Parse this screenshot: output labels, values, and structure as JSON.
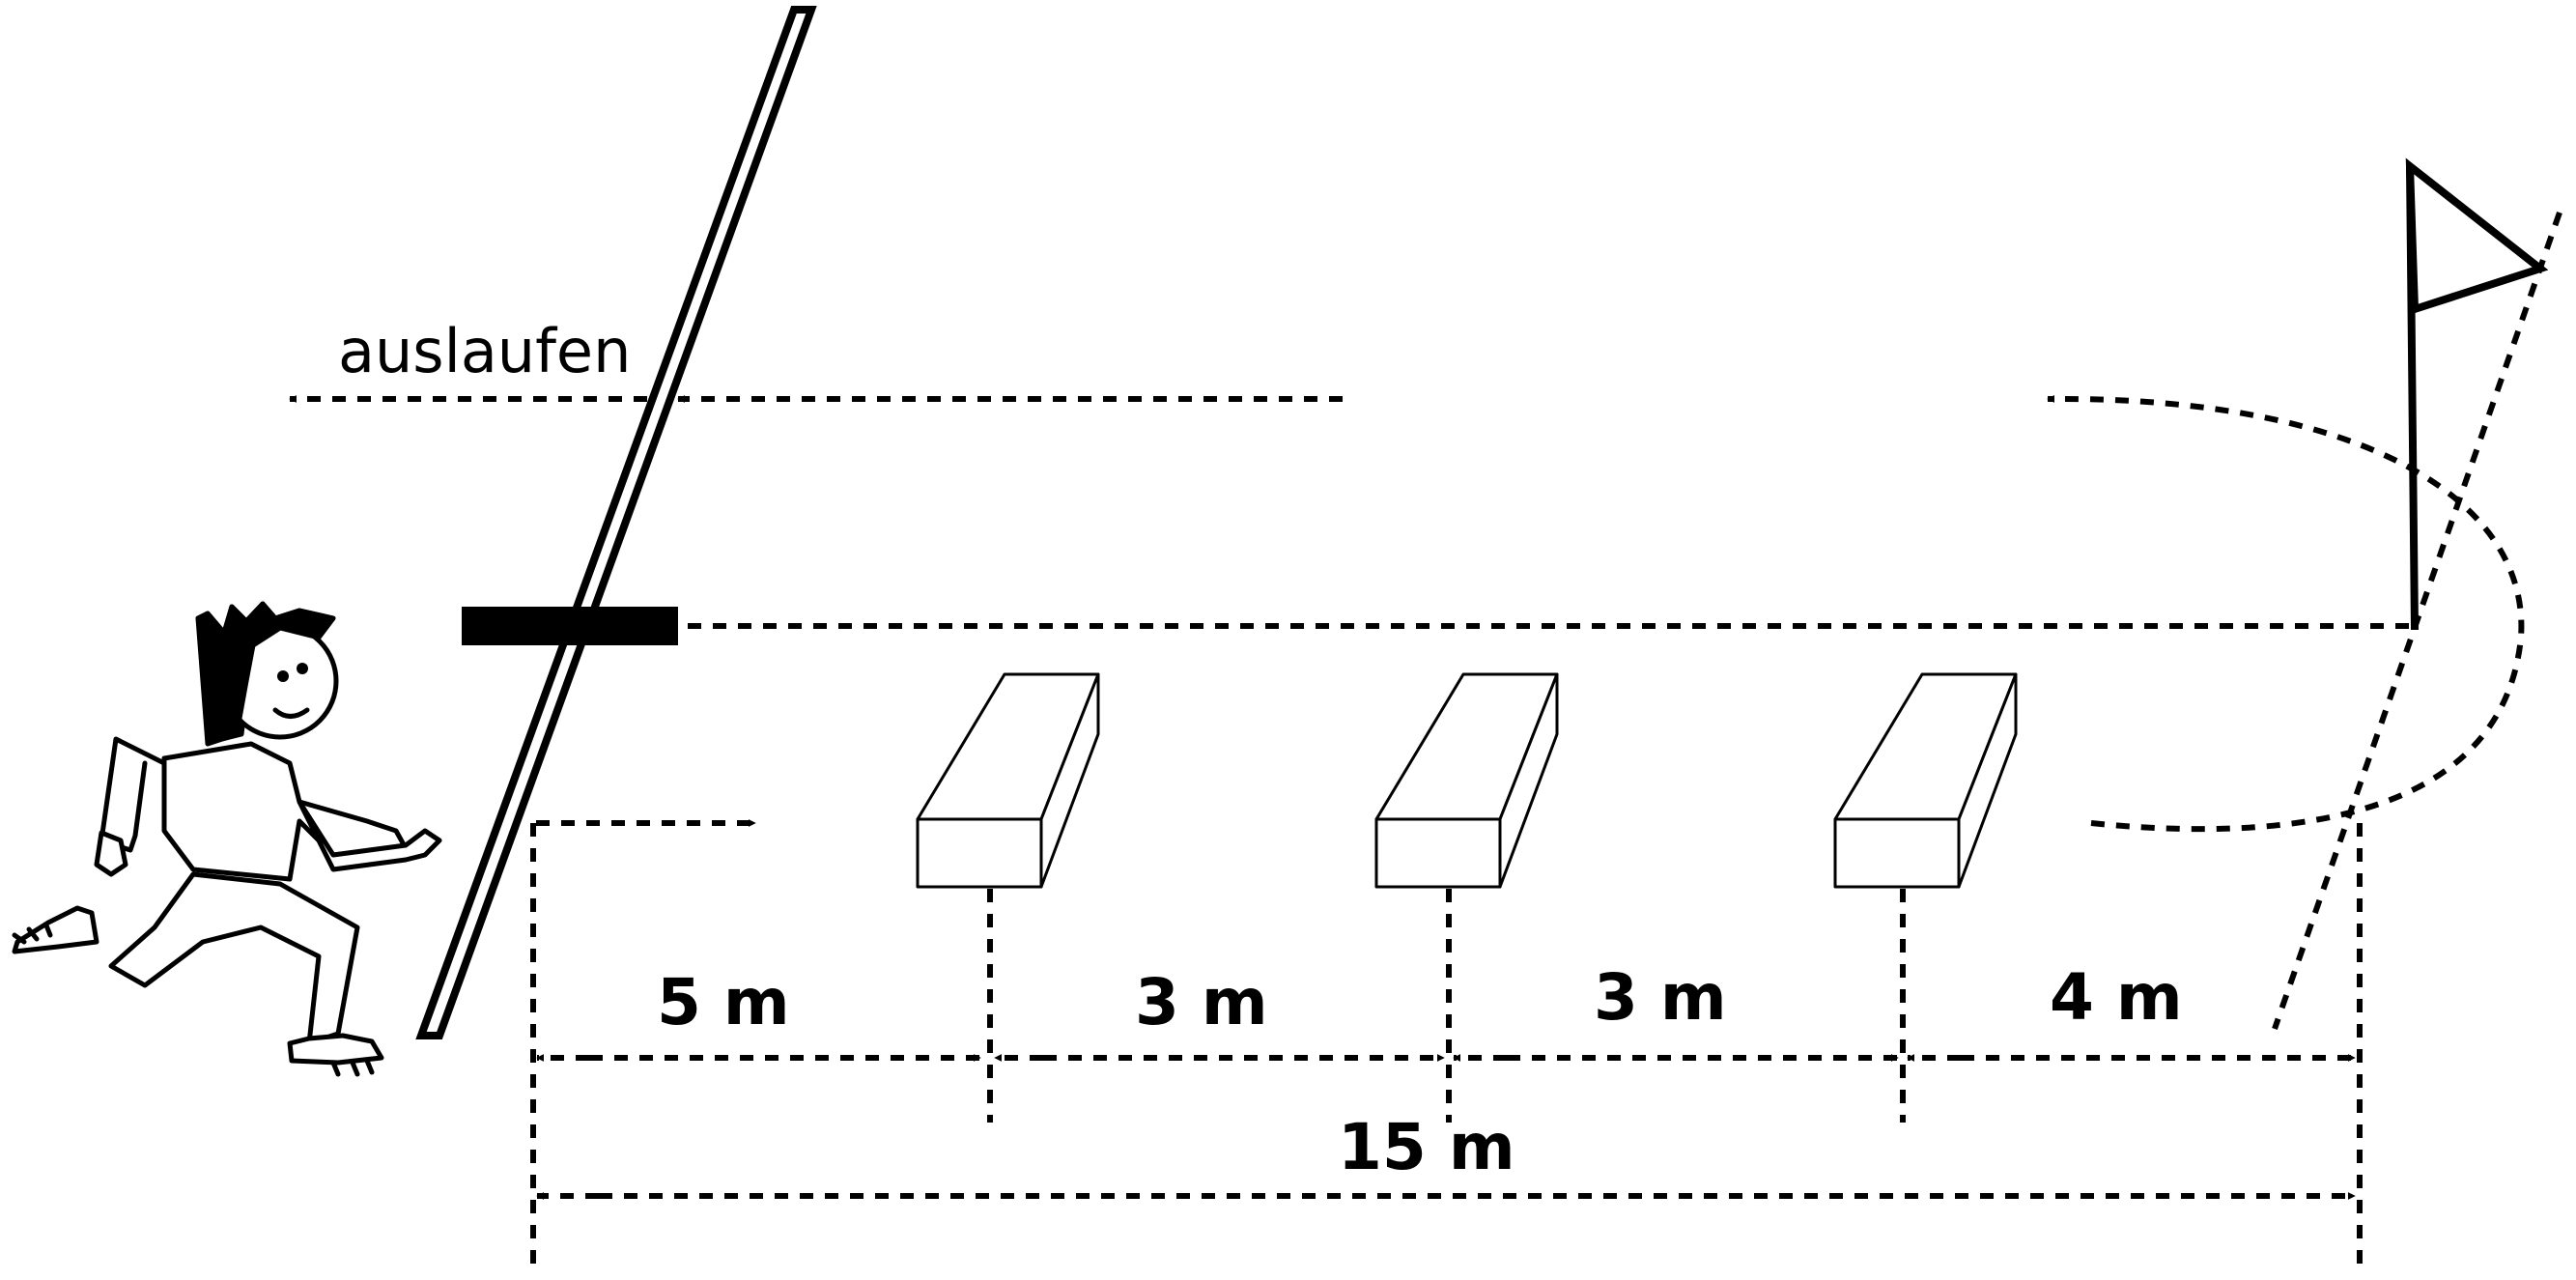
{
  "diagram": {
    "runout_label": "auslaufen",
    "segments": [
      {
        "label": "5 m"
      },
      {
        "label": "3 m"
      },
      {
        "label": "3 m"
      },
      {
        "label": "4 m"
      }
    ],
    "total_label": "15 m",
    "colors": {
      "ink": "#000000",
      "background": "#ffffff"
    }
  }
}
